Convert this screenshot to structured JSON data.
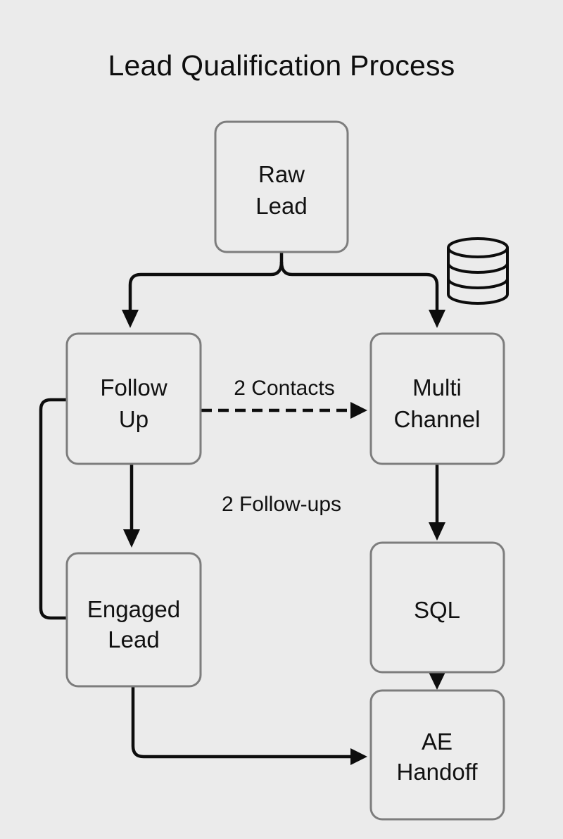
{
  "title": "Lead Qualification Process",
  "nodes": [
    {
      "id": "raw-lead",
      "lines": [
        "Raw",
        "Lead"
      ]
    },
    {
      "id": "follow-up",
      "lines": [
        "Follow",
        "Up"
      ]
    },
    {
      "id": "multi-channel",
      "lines": [
        "Multi",
        "Channel"
      ]
    },
    {
      "id": "engaged-lead",
      "lines": [
        "Engaged",
        "Lead"
      ]
    },
    {
      "id": "sql",
      "lines": [
        "SQL"
      ]
    },
    {
      "id": "ae-handoff",
      "lines": [
        "AE",
        "Handoff"
      ]
    }
  ],
  "edges": [
    {
      "from": "raw-lead",
      "to": "follow-up",
      "style": "solid",
      "label": ""
    },
    {
      "from": "raw-lead",
      "to": "multi-channel",
      "style": "solid",
      "label": ""
    },
    {
      "from": "follow-up",
      "to": "multi-channel",
      "style": "dashed",
      "label": "2 Contacts"
    },
    {
      "from": "follow-up",
      "to": "engaged-lead",
      "style": "solid",
      "label": "2 Follow-ups"
    },
    {
      "from": "follow-up",
      "to": "engaged-lead",
      "style": "solid-loop",
      "label": ""
    },
    {
      "from": "multi-channel",
      "to": "sql",
      "style": "solid",
      "label": ""
    },
    {
      "from": "sql",
      "to": "ae-handoff",
      "style": "solid",
      "label": ""
    },
    {
      "from": "engaged-lead",
      "to": "ae-handoff",
      "style": "solid",
      "label": ""
    }
  ],
  "icons": [
    {
      "name": "database-icon",
      "near": "multi-channel"
    }
  ]
}
